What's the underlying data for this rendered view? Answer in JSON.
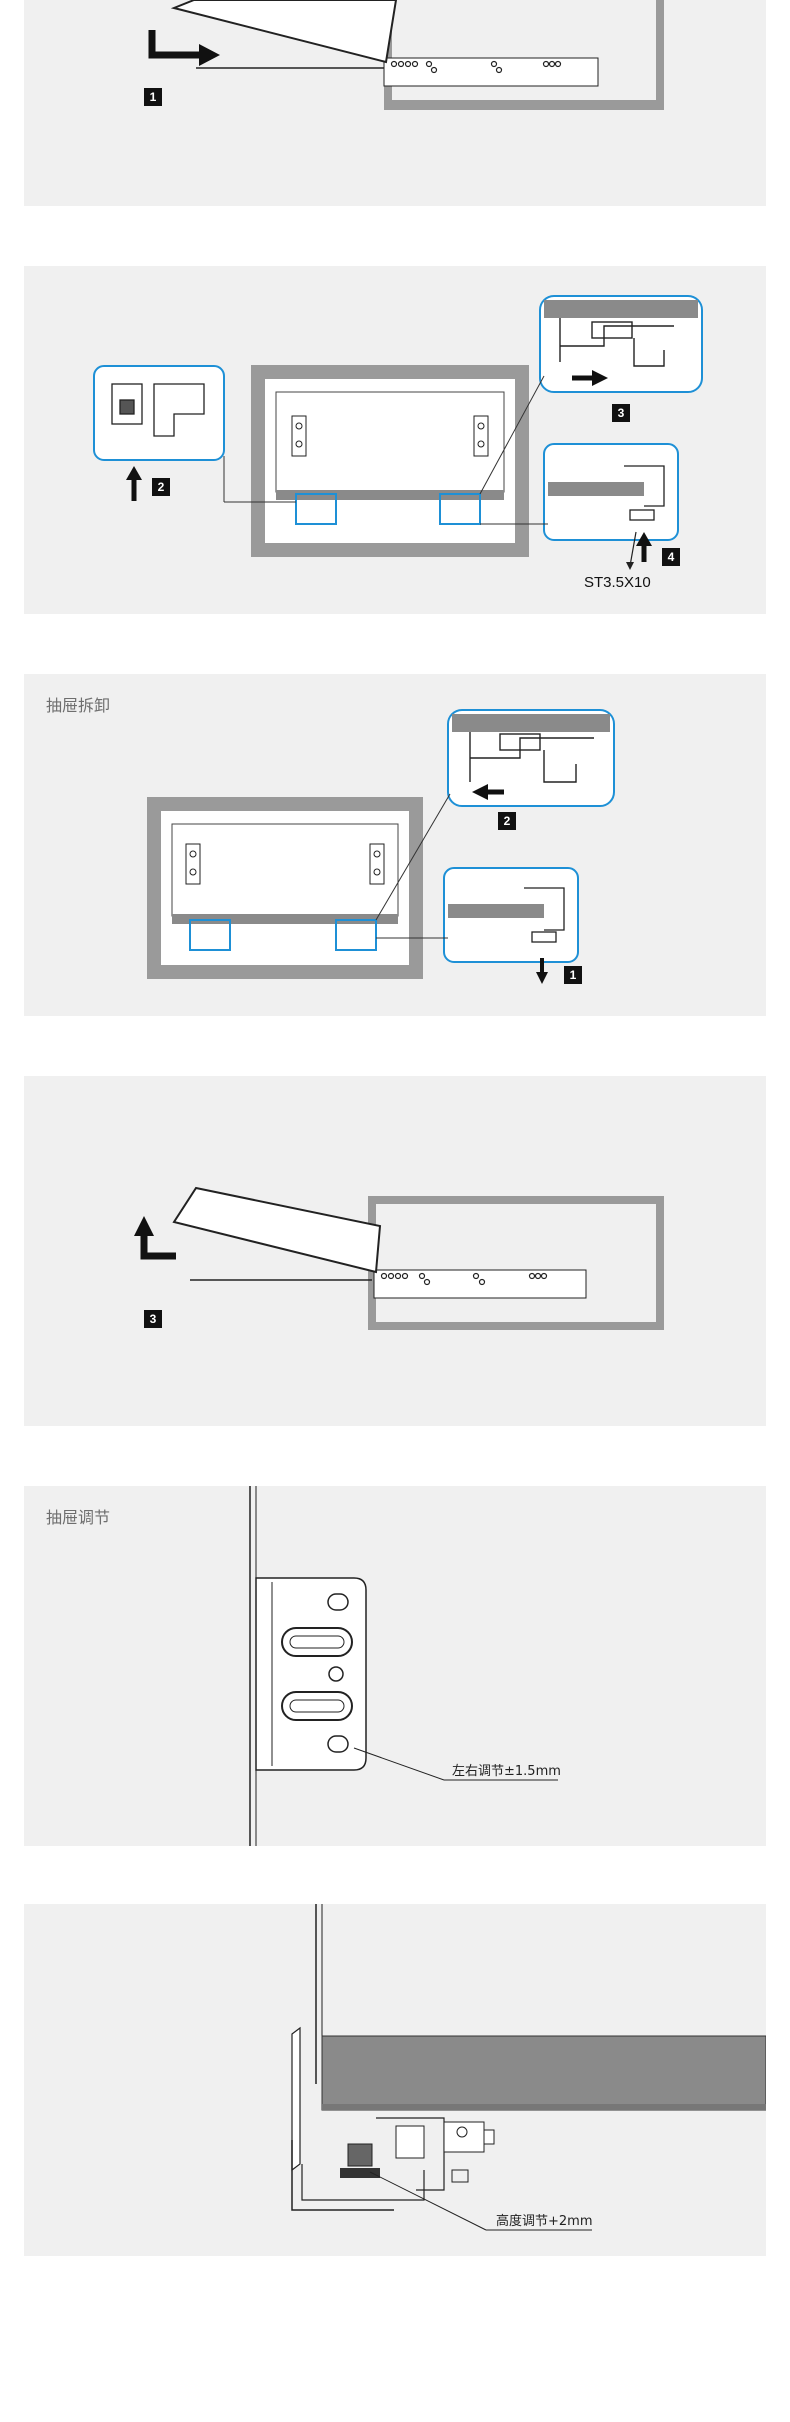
{
  "panels": [
    {
      "id": "remove-drawer-step1",
      "steps": [
        "1"
      ]
    },
    {
      "id": "install-clips",
      "steps": [
        "2",
        "3",
        "4"
      ],
      "screw_label": "ST3.5X10"
    },
    {
      "id": "drawer-removal",
      "title": "抽屉拆卸",
      "steps": [
        "2",
        "1"
      ]
    },
    {
      "id": "lift-drawer",
      "steps": [
        "3"
      ]
    },
    {
      "id": "drawer-adjust",
      "title": "抽屉调节",
      "annotation": "左右调节±1.5mm"
    },
    {
      "id": "height-adjust",
      "annotation": "高度调节+2mm"
    }
  ],
  "colors": {
    "panel_bg": "#f0f0f0",
    "frame_gray": "#9a9a9a",
    "detail_blue": "#1e90d6",
    "line_dark": "#222222",
    "drawer_dark": "#8a8a8a"
  }
}
